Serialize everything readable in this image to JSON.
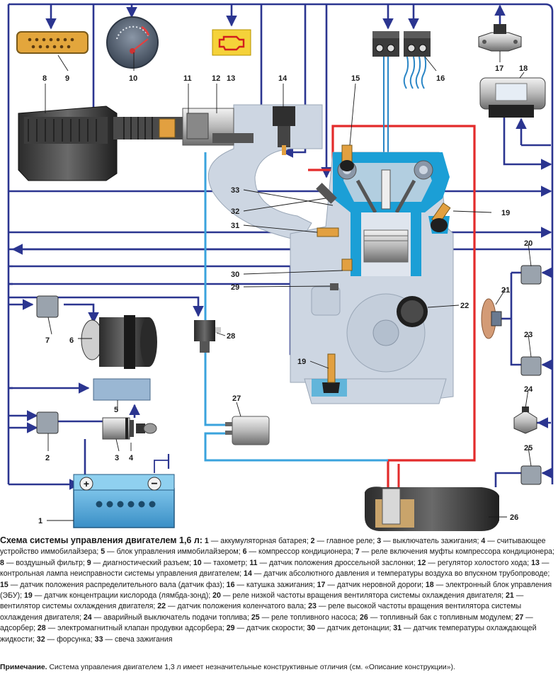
{
  "labels": [
    "1",
    "2",
    "3",
    "4",
    "5",
    "6",
    "7",
    "8",
    "9",
    "10",
    "11",
    "12",
    "13",
    "14",
    "15",
    "16",
    "17",
    "18",
    "19",
    "19",
    "20",
    "21",
    "22",
    "23",
    "24",
    "25",
    "26",
    "27",
    "28",
    "29",
    "30",
    "31",
    "32",
    "33"
  ],
  "caption": {
    "title": "Схема системы управления двигателем 1,6 л:",
    "items": [
      {
        "n": "1",
        "t": "аккумуляторная батарея"
      },
      {
        "n": "2",
        "t": "главное реле"
      },
      {
        "n": "3",
        "t": "выключатель зажигания"
      },
      {
        "n": "4",
        "t": "считывающее устройство иммобилайзера"
      },
      {
        "n": "5",
        "t": "блок управления иммобилайзером"
      },
      {
        "n": "6",
        "t": "компрессор кондиционера"
      },
      {
        "n": "7",
        "t": "реле включения муфты компрессора кондиционера"
      },
      {
        "n": "8",
        "t": "воздушный фильтр"
      },
      {
        "n": "9",
        "t": "диагностический разъем"
      },
      {
        "n": "10",
        "t": "тахометр"
      },
      {
        "n": "11",
        "t": "датчик положения дроссельной заслонки"
      },
      {
        "n": "12",
        "t": "регулятор холостого хода"
      },
      {
        "n": "13",
        "t": "контрольная лампа неисправности системы управления двигателем"
      },
      {
        "n": "14",
        "t": "датчик абсолютного давления и температуры воздуха во впускном трубопроводе"
      },
      {
        "n": "15",
        "t": "датчик положения распределительного вала (датчик фаз)"
      },
      {
        "n": "16",
        "t": "катушка зажигания"
      },
      {
        "n": "17",
        "t": "датчик неровной дороги"
      },
      {
        "n": "18",
        "t": "электронный блок управления (ЭБУ)"
      },
      {
        "n": "19",
        "t": "датчик концентрации кислорода (лямбда-зонд)"
      },
      {
        "n": "20",
        "t": "реле низкой частоты вращения вентилятора системы охлаждения двигателя"
      },
      {
        "n": "21",
        "t": "вентилятор системы охлаждения двигателя"
      },
      {
        "n": "22",
        "t": "датчик положения коленчатого вала"
      },
      {
        "n": "23",
        "t": "реле высокой частоты вращения вентилятора системы охлаждения двигателя"
      },
      {
        "n": "24",
        "t": "аварийный выключатель подачи топлива"
      },
      {
        "n": "25",
        "t": "реле топливного насоса"
      },
      {
        "n": "26",
        "t": "топливный бак с топливным модулем"
      },
      {
        "n": "27",
        "t": "адсорбер"
      },
      {
        "n": "28",
        "t": "электромагнитный клапан продувки адсорбера"
      },
      {
        "n": "29",
        "t": "датчик скорости"
      },
      {
        "n": "30",
        "t": "датчик детонации"
      },
      {
        "n": "31",
        "t": "датчик температуры охлаждающей жидкости"
      },
      {
        "n": "32",
        "t": "форсунка"
      },
      {
        "n": "33",
        "t": "свеча зажигания"
      }
    ]
  },
  "note": {
    "label": "Примечание.",
    "text": "Система управления двигателем 1,3 л имеет незначительные конструктивные отличия (см. «Описание конструкции»)."
  },
  "colors": {
    "wire": "#2b3590",
    "fuel": "#e32b2b",
    "vacuum": "#3aa3dd",
    "engine": "#cdd6e2",
    "coolant": "#1b9fd6",
    "lamp": "#f5d23a"
  },
  "icons": [
    "battery-icon",
    "relay-icon",
    "ignition-switch-icon",
    "key-icon",
    "tachometer-icon",
    "check-engine-icon",
    "fan-icon",
    "fuel-tank-icon"
  ]
}
